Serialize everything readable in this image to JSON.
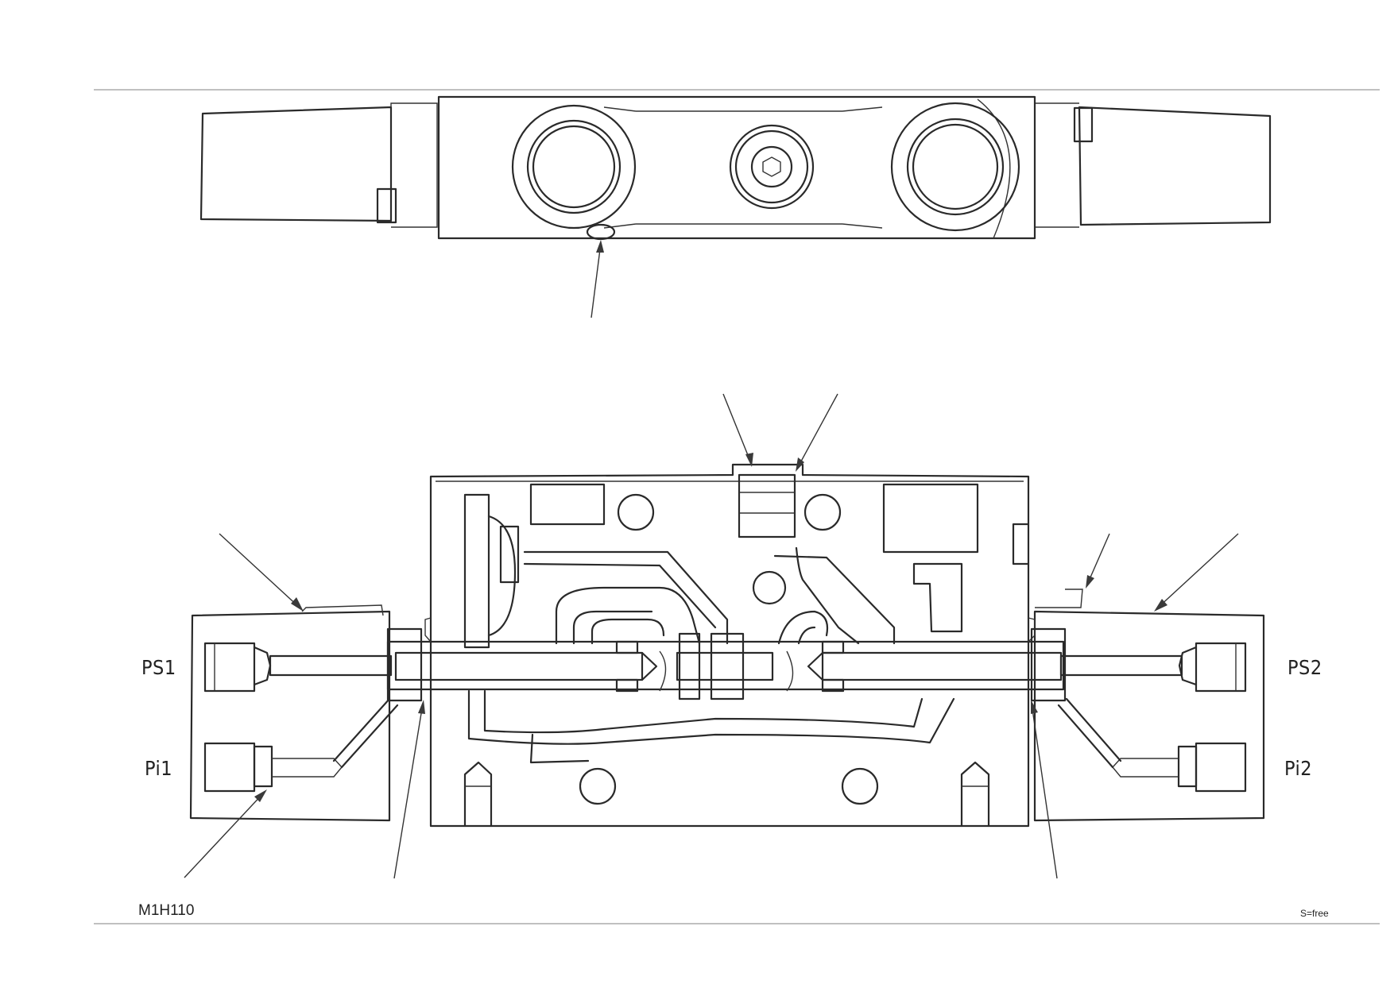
{
  "labels": {
    "ps1": "PS1",
    "ps2": "PS2",
    "pi1": "Pi1",
    "pi2": "Pi2"
  },
  "footer": {
    "drawing_code": "M1H110",
    "scale": "S=free"
  },
  "colors": {
    "line": "#2a2a2a",
    "border_rule": "#9a9a9a",
    "background": "#ffffff"
  }
}
